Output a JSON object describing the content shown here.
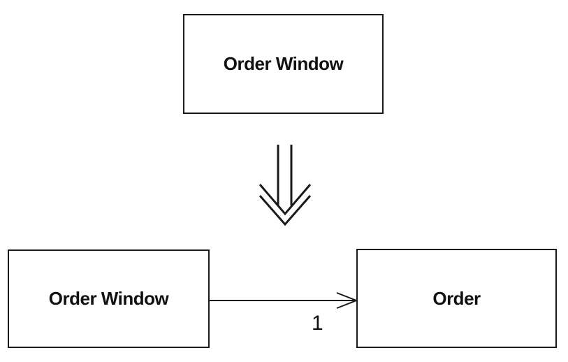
{
  "diagram": {
    "top_box": {
      "label": "Order Window"
    },
    "left_box": {
      "label": "Order Window"
    },
    "right_box": {
      "label": "Order"
    },
    "association": {
      "multiplicity": "1"
    },
    "colors": {
      "stroke": "#1a1a1a",
      "text": "#111111",
      "background": "#ffffff"
    }
  }
}
